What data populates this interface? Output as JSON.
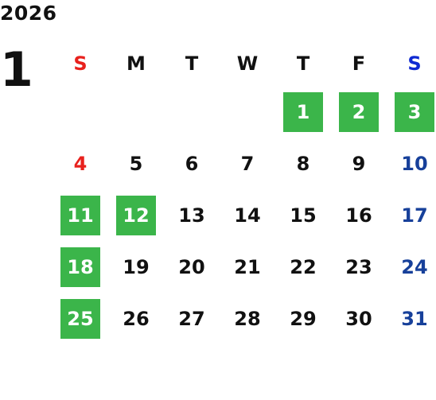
{
  "year": "2026",
  "month": "1",
  "weekdays": [
    "S",
    "M",
    "T",
    "W",
    "T",
    "F",
    "S"
  ],
  "colors": {
    "highlight": "#3bb54a",
    "sunday": "#e8211d",
    "saturday_header": "#0f2ad2",
    "saturday_day": "#17409a"
  },
  "weeks": [
    [
      "",
      "",
      "",
      "",
      "1",
      "2",
      "3"
    ],
    [
      "4",
      "5",
      "6",
      "7",
      "8",
      "9",
      "10"
    ],
    [
      "11",
      "12",
      "13",
      "14",
      "15",
      "16",
      "17"
    ],
    [
      "18",
      "19",
      "20",
      "21",
      "22",
      "23",
      "24"
    ],
    [
      "25",
      "26",
      "27",
      "28",
      "29",
      "30",
      "31"
    ]
  ],
  "highlighted": [
    "1",
    "2",
    "3",
    "11",
    "12",
    "18",
    "25"
  ]
}
